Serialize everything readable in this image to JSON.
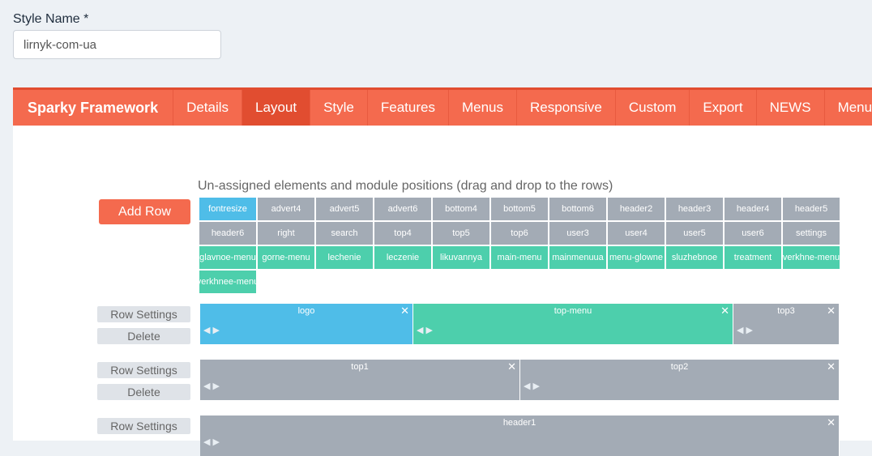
{
  "form": {
    "style_name_label": "Style Name *",
    "style_name_value": "lirnyk-com-ua"
  },
  "topbar": {
    "brand": "Sparky Framework",
    "tabs": [
      "Details",
      "Layout",
      "Style",
      "Features",
      "Menus",
      "Responsive",
      "Custom",
      "Export",
      "NEWS",
      "Menu Ass"
    ],
    "active_tab": "Layout"
  },
  "layout": {
    "unassigned_title": "Un-assigned elements and module positions (drag and drop to the rows)",
    "add_row_label": "Add Row",
    "positions": [
      {
        "label": "fontresize",
        "color": "blue"
      },
      {
        "label": "advert4",
        "color": "gray"
      },
      {
        "label": "advert5",
        "color": "gray"
      },
      {
        "label": "advert6",
        "color": "gray"
      },
      {
        "label": "bottom4",
        "color": "gray"
      },
      {
        "label": "bottom5",
        "color": "gray"
      },
      {
        "label": "bottom6",
        "color": "gray"
      },
      {
        "label": "header2",
        "color": "gray"
      },
      {
        "label": "header3",
        "color": "gray"
      },
      {
        "label": "header4",
        "color": "gray"
      },
      {
        "label": "header5",
        "color": "gray"
      },
      {
        "label": "header6",
        "color": "gray"
      },
      {
        "label": "right",
        "color": "gray"
      },
      {
        "label": "search",
        "color": "gray"
      },
      {
        "label": "top4",
        "color": "gray"
      },
      {
        "label": "top5",
        "color": "gray"
      },
      {
        "label": "top6",
        "color": "gray"
      },
      {
        "label": "user3",
        "color": "gray"
      },
      {
        "label": "user4",
        "color": "gray"
      },
      {
        "label": "user5",
        "color": "gray"
      },
      {
        "label": "user6",
        "color": "gray"
      },
      {
        "label": "settings",
        "color": "gray"
      },
      {
        "label": "glavnoe-menu",
        "color": "green"
      },
      {
        "label": "gorne-menu",
        "color": "green"
      },
      {
        "label": "lechenie",
        "color": "green"
      },
      {
        "label": "leczenie",
        "color": "green"
      },
      {
        "label": "likuvannya",
        "color": "green"
      },
      {
        "label": "main-menu",
        "color": "green"
      },
      {
        "label": "mainmenuua",
        "color": "green"
      },
      {
        "label": "menu-glowne",
        "color": "green"
      },
      {
        "label": "sluzhebnoe",
        "color": "green"
      },
      {
        "label": "treatment",
        "color": "green"
      },
      {
        "label": "verkhne-menu",
        "color": "green"
      },
      {
        "label": "verkhnee-menu",
        "color": "green"
      }
    ],
    "row_settings_label": "Row Settings",
    "delete_label": "Delete",
    "rows": [
      {
        "cells": [
          {
            "name": "logo",
            "color": "blue"
          },
          {
            "name": "top-menu",
            "color": "green"
          },
          {
            "name": "top3",
            "color": "gray"
          }
        ]
      },
      {
        "cells": [
          {
            "name": "top1",
            "color": "gray"
          },
          {
            "name": "top2",
            "color": "gray"
          }
        ]
      },
      {
        "cells": [
          {
            "name": "header1",
            "color": "gray"
          }
        ]
      }
    ],
    "close_glyph": "✕",
    "arrows_glyph": "◀▶"
  }
}
